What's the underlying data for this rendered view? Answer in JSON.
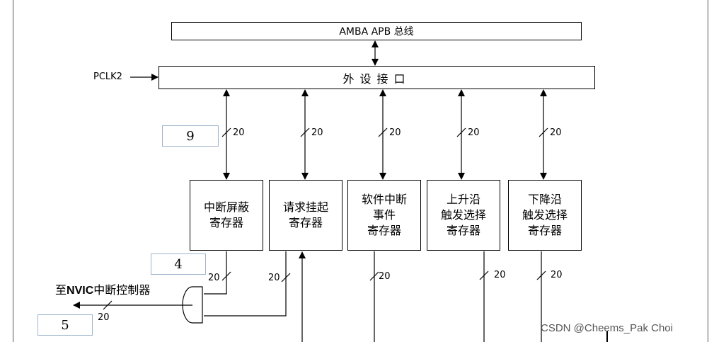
{
  "bus_label": "AMBA APB 总线",
  "peripheral_interface_label": "外设接口",
  "pclk_label": "PCLK2",
  "registers": [
    {
      "label": "中断屏蔽\n寄存器"
    },
    {
      "label": "请求挂起\n寄存器"
    },
    {
      "label": "软件中断\n事件\n寄存器"
    },
    {
      "label": "上升沿\n触发选择\n寄存器"
    },
    {
      "label": "下降沿\n触发选择\n寄存器"
    }
  ],
  "bus_width_label": "20",
  "callouts": [
    "9",
    "4",
    "5"
  ],
  "nvic_label": {
    "prefix": "至",
    "bold": "NVIC",
    "suffix": "中断控制器"
  },
  "watermark": "CSDN @Cheems_Pak Choi"
}
